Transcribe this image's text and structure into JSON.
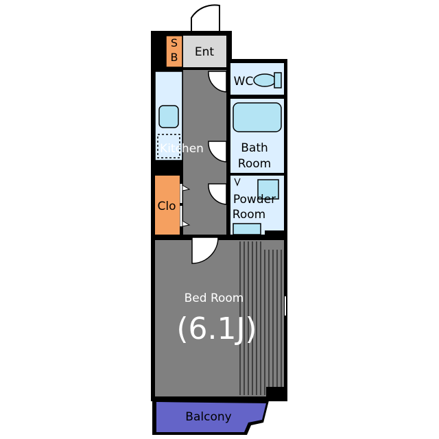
{
  "labels": {
    "sb_s": "S",
    "sb_b": "B",
    "entrance": "Ent",
    "wc": "WC",
    "kitchen": "Kitchen",
    "bath_line1": "Bath",
    "bath_line2": "Room",
    "powder_line1": "Powder",
    "powder_line2": "Room",
    "closet": "Clo",
    "bedroom": "Bed Room",
    "bedroom_size": "(6.1J)",
    "balcony": "Balcony"
  },
  "colors": {
    "wall": "#000000",
    "floor_gray": "#808080",
    "wet_area": "#dcefff",
    "fixture": "#b4e4f4",
    "closet": "#f5a060",
    "balcony": "#6464c8",
    "entrance": "#d8d8d8"
  }
}
